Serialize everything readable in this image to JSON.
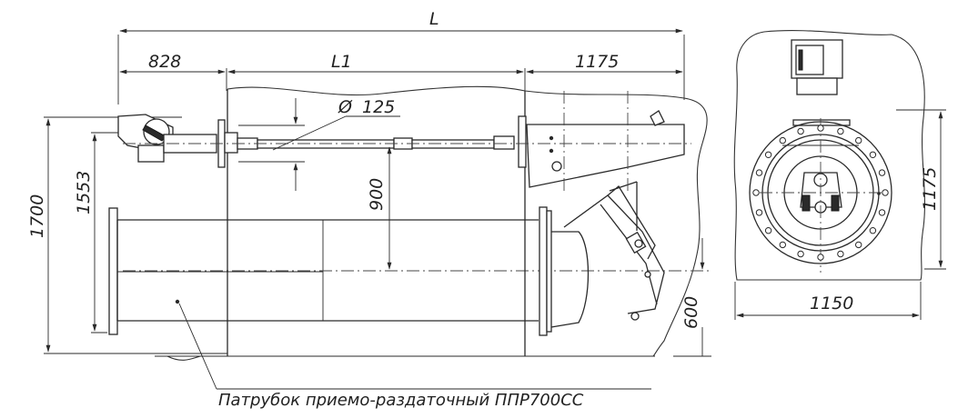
{
  "dimensions": {
    "total_length": "L",
    "left_length": "828",
    "middle_length": "L1",
    "right_length": "1175",
    "diameter": "125",
    "diameter_symbol": "Ø",
    "axis_height": "900",
    "total_height": "1700",
    "flange_height": "1553",
    "bottom_offset": "600",
    "side_height": "1175",
    "side_width": "1150"
  },
  "caption": "Патрубок приемо-раздаточный ППР700СС"
}
